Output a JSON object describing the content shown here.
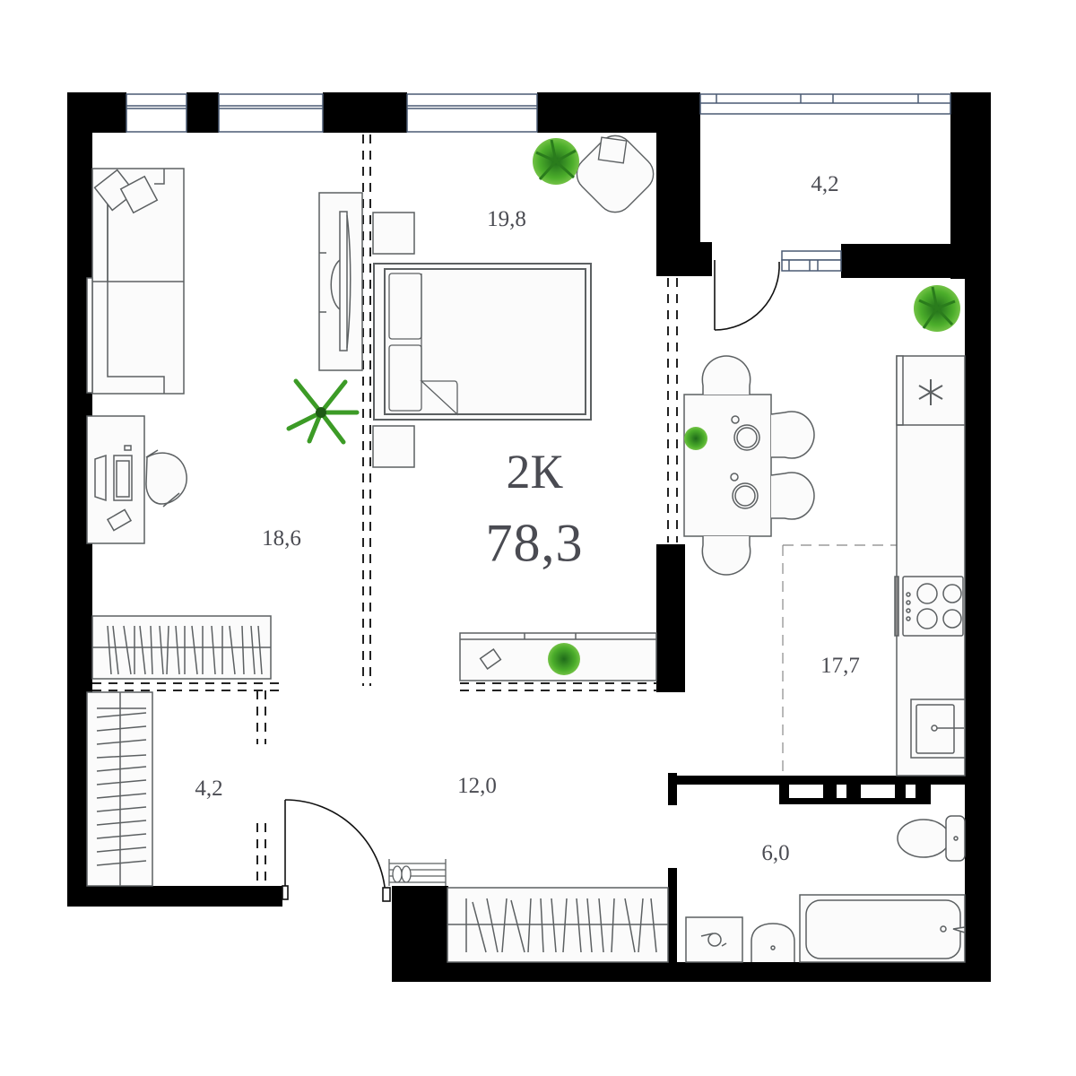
{
  "plan": {
    "apartment_type": "2К",
    "total_area": "78,3",
    "colors": {
      "wall": "#000000",
      "furniture_stroke": "#5c6062",
      "furniture_fill": "#fbfbfb",
      "window_frame": "#4a5a73",
      "label_text": "#4a4b52",
      "plant_green": "#4caf2a"
    },
    "rooms": [
      {
        "id": "living-room",
        "label": "18,6"
      },
      {
        "id": "bedroom",
        "label": "19,8"
      },
      {
        "id": "balcony",
        "label": "4,2"
      },
      {
        "id": "kitchen",
        "label": "17,7"
      },
      {
        "id": "wardrobe",
        "label": "4,2"
      },
      {
        "id": "hallway",
        "label": "12,0"
      },
      {
        "id": "bathroom",
        "label": "6,0"
      }
    ]
  }
}
